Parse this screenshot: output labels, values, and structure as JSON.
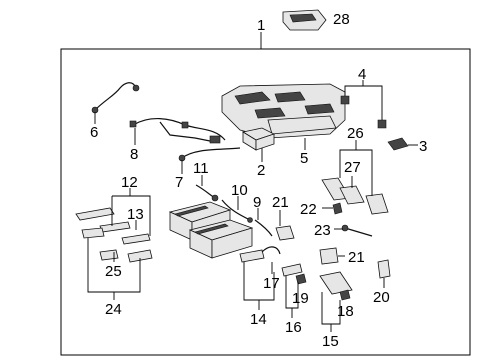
{
  "diagram": {
    "callouts": [
      "1",
      "2",
      "3",
      "4",
      "5",
      "6",
      "7",
      "8",
      "9",
      "10",
      "11",
      "12",
      "13",
      "14",
      "15",
      "16",
      "17",
      "18",
      "19",
      "20",
      "21",
      "21",
      "22",
      "23",
      "24",
      "25",
      "26",
      "27",
      "28"
    ]
  }
}
